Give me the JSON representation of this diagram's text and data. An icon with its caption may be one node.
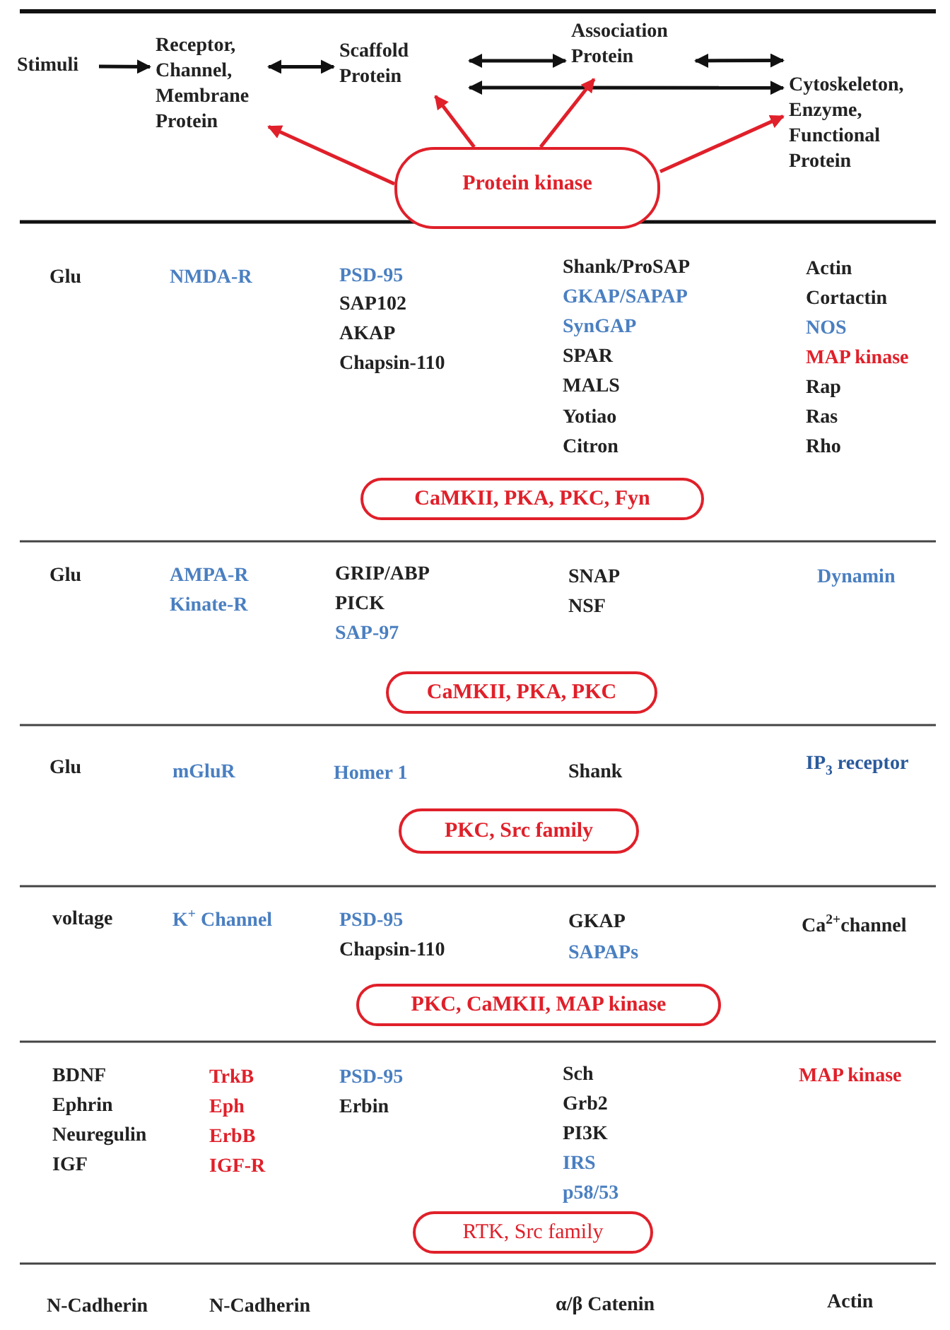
{
  "diagram": {
    "nodes": [
      {
        "text": [
          "Stimuli"
        ]
      },
      {
        "text": [
          "Receptor, Channel, Membrane Protein"
        ]
      },
      {
        "text": [
          "Scaffold Protein"
        ]
      },
      {
        "text": [
          "Association Protein"
        ]
      },
      {
        "text": [
          "Cytoskeleton, Enzyme, Functional Protein"
        ]
      },
      {
        "text": [
          "Protein kinase"
        ]
      },
      {
        "text": [
          "CaMKII, PKA, PKC, Fyn"
        ]
      },
      {
        "text": [
          "CaMKII, PKA, PKC"
        ]
      },
      {
        "text": [
          "PKC, Src family"
        ]
      },
      {
        "text": [
          "PKC, CaMKII, MAP kinase"
        ]
      },
      {
        "text": [
          "RTK, Src family"
        ]
      }
    ],
    "edges": [
      {
        "from": 0,
        "to": 1,
        "arrow": "to"
      },
      {
        "from": 1,
        "to": 2,
        "arrow": "both"
      },
      {
        "from": 2,
        "to": 3,
        "arrow": "both"
      },
      {
        "from": 3,
        "to": 4,
        "arrow": "both"
      },
      {
        "from": 2,
        "to": 4,
        "arrow": "both"
      },
      {
        "from": 5,
        "to": 1,
        "arrow": "to",
        "color": "#e0202a"
      },
      {
        "from": 5,
        "to": 2,
        "arrow": "to",
        "color": "#e0202a"
      },
      {
        "from": 5,
        "to": 3,
        "arrow": "to",
        "color": "#e0202a"
      },
      {
        "from": 5,
        "to": 4,
        "arrow": "to",
        "color": "#e0202a"
      }
    ],
    "labels": [
      "Glu",
      "NMDA-R",
      "PSD-95",
      "SAP102",
      "AKAP",
      "Chapsin-110",
      "Shank/ProSAP",
      "GKAP/SAPAP",
      "SynGAP",
      "SPAR",
      "MALS",
      "Yotiao",
      "Citron",
      "Actin",
      "Cortactin",
      "NOS",
      "MAP kinase",
      "Rap",
      "Ras",
      "Rho",
      "Glu",
      "AMPA-R",
      "Kinate-R",
      "GRIP/ABP",
      "PICK",
      "SAP-97",
      "SNAP",
      "NSF",
      "Dynamin",
      "Glu",
      "mGluR",
      "Homer 1",
      "Shank",
      "IP$_{3}$ receptor",
      "voltage",
      "K$^{+}$ Channel",
      "PSD-95",
      "Chapsin-110",
      "GKAP",
      "SAPAPs",
      "Ca$^{2+}$channel",
      "BDNF",
      "Ephrin",
      "Neuregulin",
      "IGF",
      "TrkB",
      "Eph",
      "ErbB",
      "IGF-R",
      "PSD-95",
      "Erbin",
      "Sch",
      "Grb2",
      "PI3K",
      "IRS",
      "p58/53",
      "MAP kinase",
      "N-Cadherin",
      "N-Cadherin",
      "α/β  Catenin",
      "Actin"
    ]
  }
}
